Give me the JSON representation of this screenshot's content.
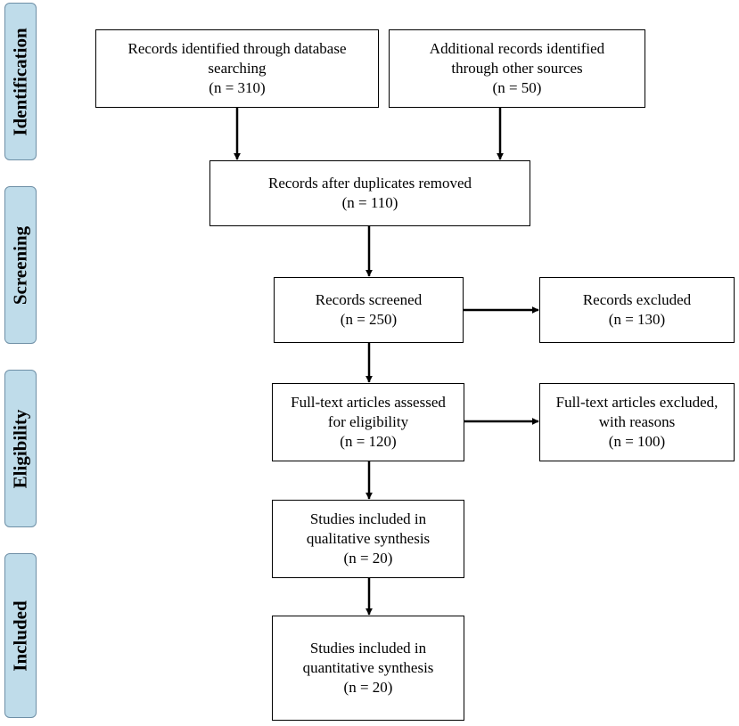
{
  "phases": {
    "identification": "Identification",
    "screening": "Screening",
    "eligibility": "Eligibility",
    "included": "Included"
  },
  "boxes": {
    "db_search": {
      "line1": "Records identified through database",
      "line2": "searching",
      "count": "(n = 310)"
    },
    "other_sources": {
      "line1": "Additional records identified",
      "line2": "through other sources",
      "count": "(n = 50)"
    },
    "duplicates_removed": {
      "line1": "Records after duplicates removed",
      "count": "(n = 110)"
    },
    "screened": {
      "line1": "Records screened",
      "count": "(n = 250)"
    },
    "excluded": {
      "line1": "Records excluded",
      "count": "(n = 130)"
    },
    "fulltext_assessed": {
      "line1": "Full-text articles assessed",
      "line2": "for eligibility",
      "count": "(n = 120)"
    },
    "fulltext_excluded": {
      "line1": "Full-text articles excluded,",
      "line2": "with reasons",
      "count": "(n = 100)"
    },
    "qualitative": {
      "line1": "Studies included in",
      "line2": "qualitative synthesis",
      "count": "(n = 20)"
    },
    "quantitative": {
      "line1": "Studies included in",
      "line2": "quantitative synthesis",
      "count": "(n = 20)"
    }
  }
}
